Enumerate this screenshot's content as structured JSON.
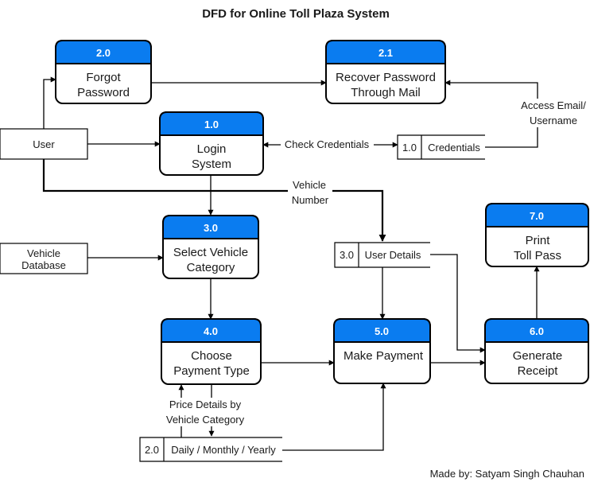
{
  "title": "DFD for Online Toll Plaza System",
  "footer": "Made by: Satyam Singh Chauhan",
  "colors": {
    "header": "#0a7cf0",
    "border": "#000000",
    "background": "#ffffff"
  },
  "processes": {
    "p20": {
      "num": "2.0",
      "line1": "Forgot",
      "line2": "Password"
    },
    "p21": {
      "num": "2.1",
      "line1": "Recover Password",
      "line2": "Through Mail"
    },
    "p10": {
      "num": "1.0",
      "line1": "Login",
      "line2": "System"
    },
    "p30": {
      "num": "3.0",
      "line1": "Select Vehicle",
      "line2": "Category"
    },
    "p40": {
      "num": "4.0",
      "line1": "Choose",
      "line2": "Payment Type"
    },
    "p50": {
      "num": "5.0",
      "line1": "Make Payment",
      "line2": ""
    },
    "p60": {
      "num": "6.0",
      "line1": "Generate",
      "line2": "Receipt"
    },
    "p70": {
      "num": "7.0",
      "line1": "Print",
      "line2": "Toll Pass"
    }
  },
  "entities": {
    "user": {
      "line1": "User"
    },
    "vehicle_db": {
      "line1": "Vehicle",
      "line2": "Database"
    }
  },
  "stores": {
    "credentials": {
      "id": "1.0",
      "name": "Credentials"
    },
    "plans": {
      "id": "2.0",
      "name": "Daily / Monthly / Yearly"
    },
    "user_details": {
      "id": "3.0",
      "name": "User Details"
    }
  },
  "flow_labels": {
    "check_credentials": "Check Credentials",
    "access_email_1": "Access Email/",
    "access_email_2": "Username",
    "vehicle_number_1": "Vehicle",
    "vehicle_number_2": "Number",
    "price_details_1": "Price Details by",
    "price_details_2": "Vehicle Category"
  }
}
